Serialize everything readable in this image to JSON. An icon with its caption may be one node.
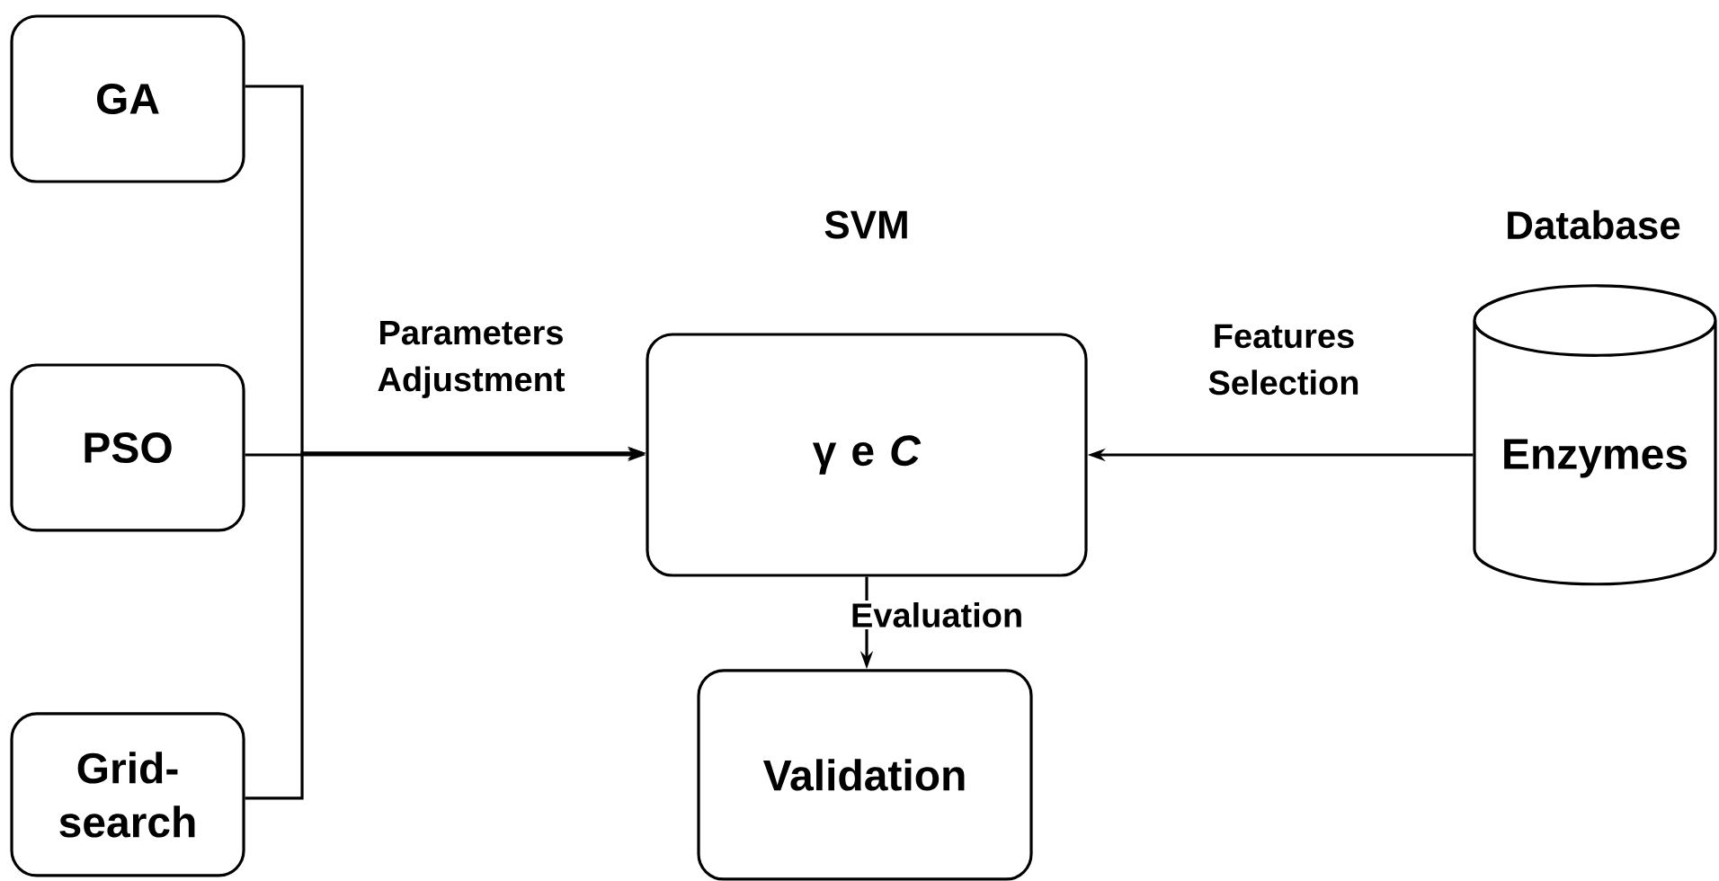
{
  "diagram": {
    "nodes": [
      {
        "text": [
          "GA"
        ]
      },
      {
        "text": [
          "PSO"
        ]
      },
      {
        "text": [
          "Grid-search"
        ]
      },
      {
        "text": [
          "SVM",
          "γ e *C*"
        ]
      },
      {
        "text": [
          "Validation"
        ]
      },
      {
        "text": [
          "Database",
          "Enzymes"
        ]
      }
    ],
    "edges": [
      {
        "from": 0,
        "to": 3,
        "arrow": "to"
      },
      {
        "from": 1,
        "to": 3,
        "arrow": "to",
        "label": "Parameters Adjustment"
      },
      {
        "from": 2,
        "to": 3,
        "arrow": "to"
      },
      {
        "from": 5,
        "to": 3,
        "arrow": "to",
        "label": "Features Selection"
      },
      {
        "from": 3,
        "to": 4,
        "arrow": "to",
        "label": "Evaluation"
      }
    ]
  }
}
